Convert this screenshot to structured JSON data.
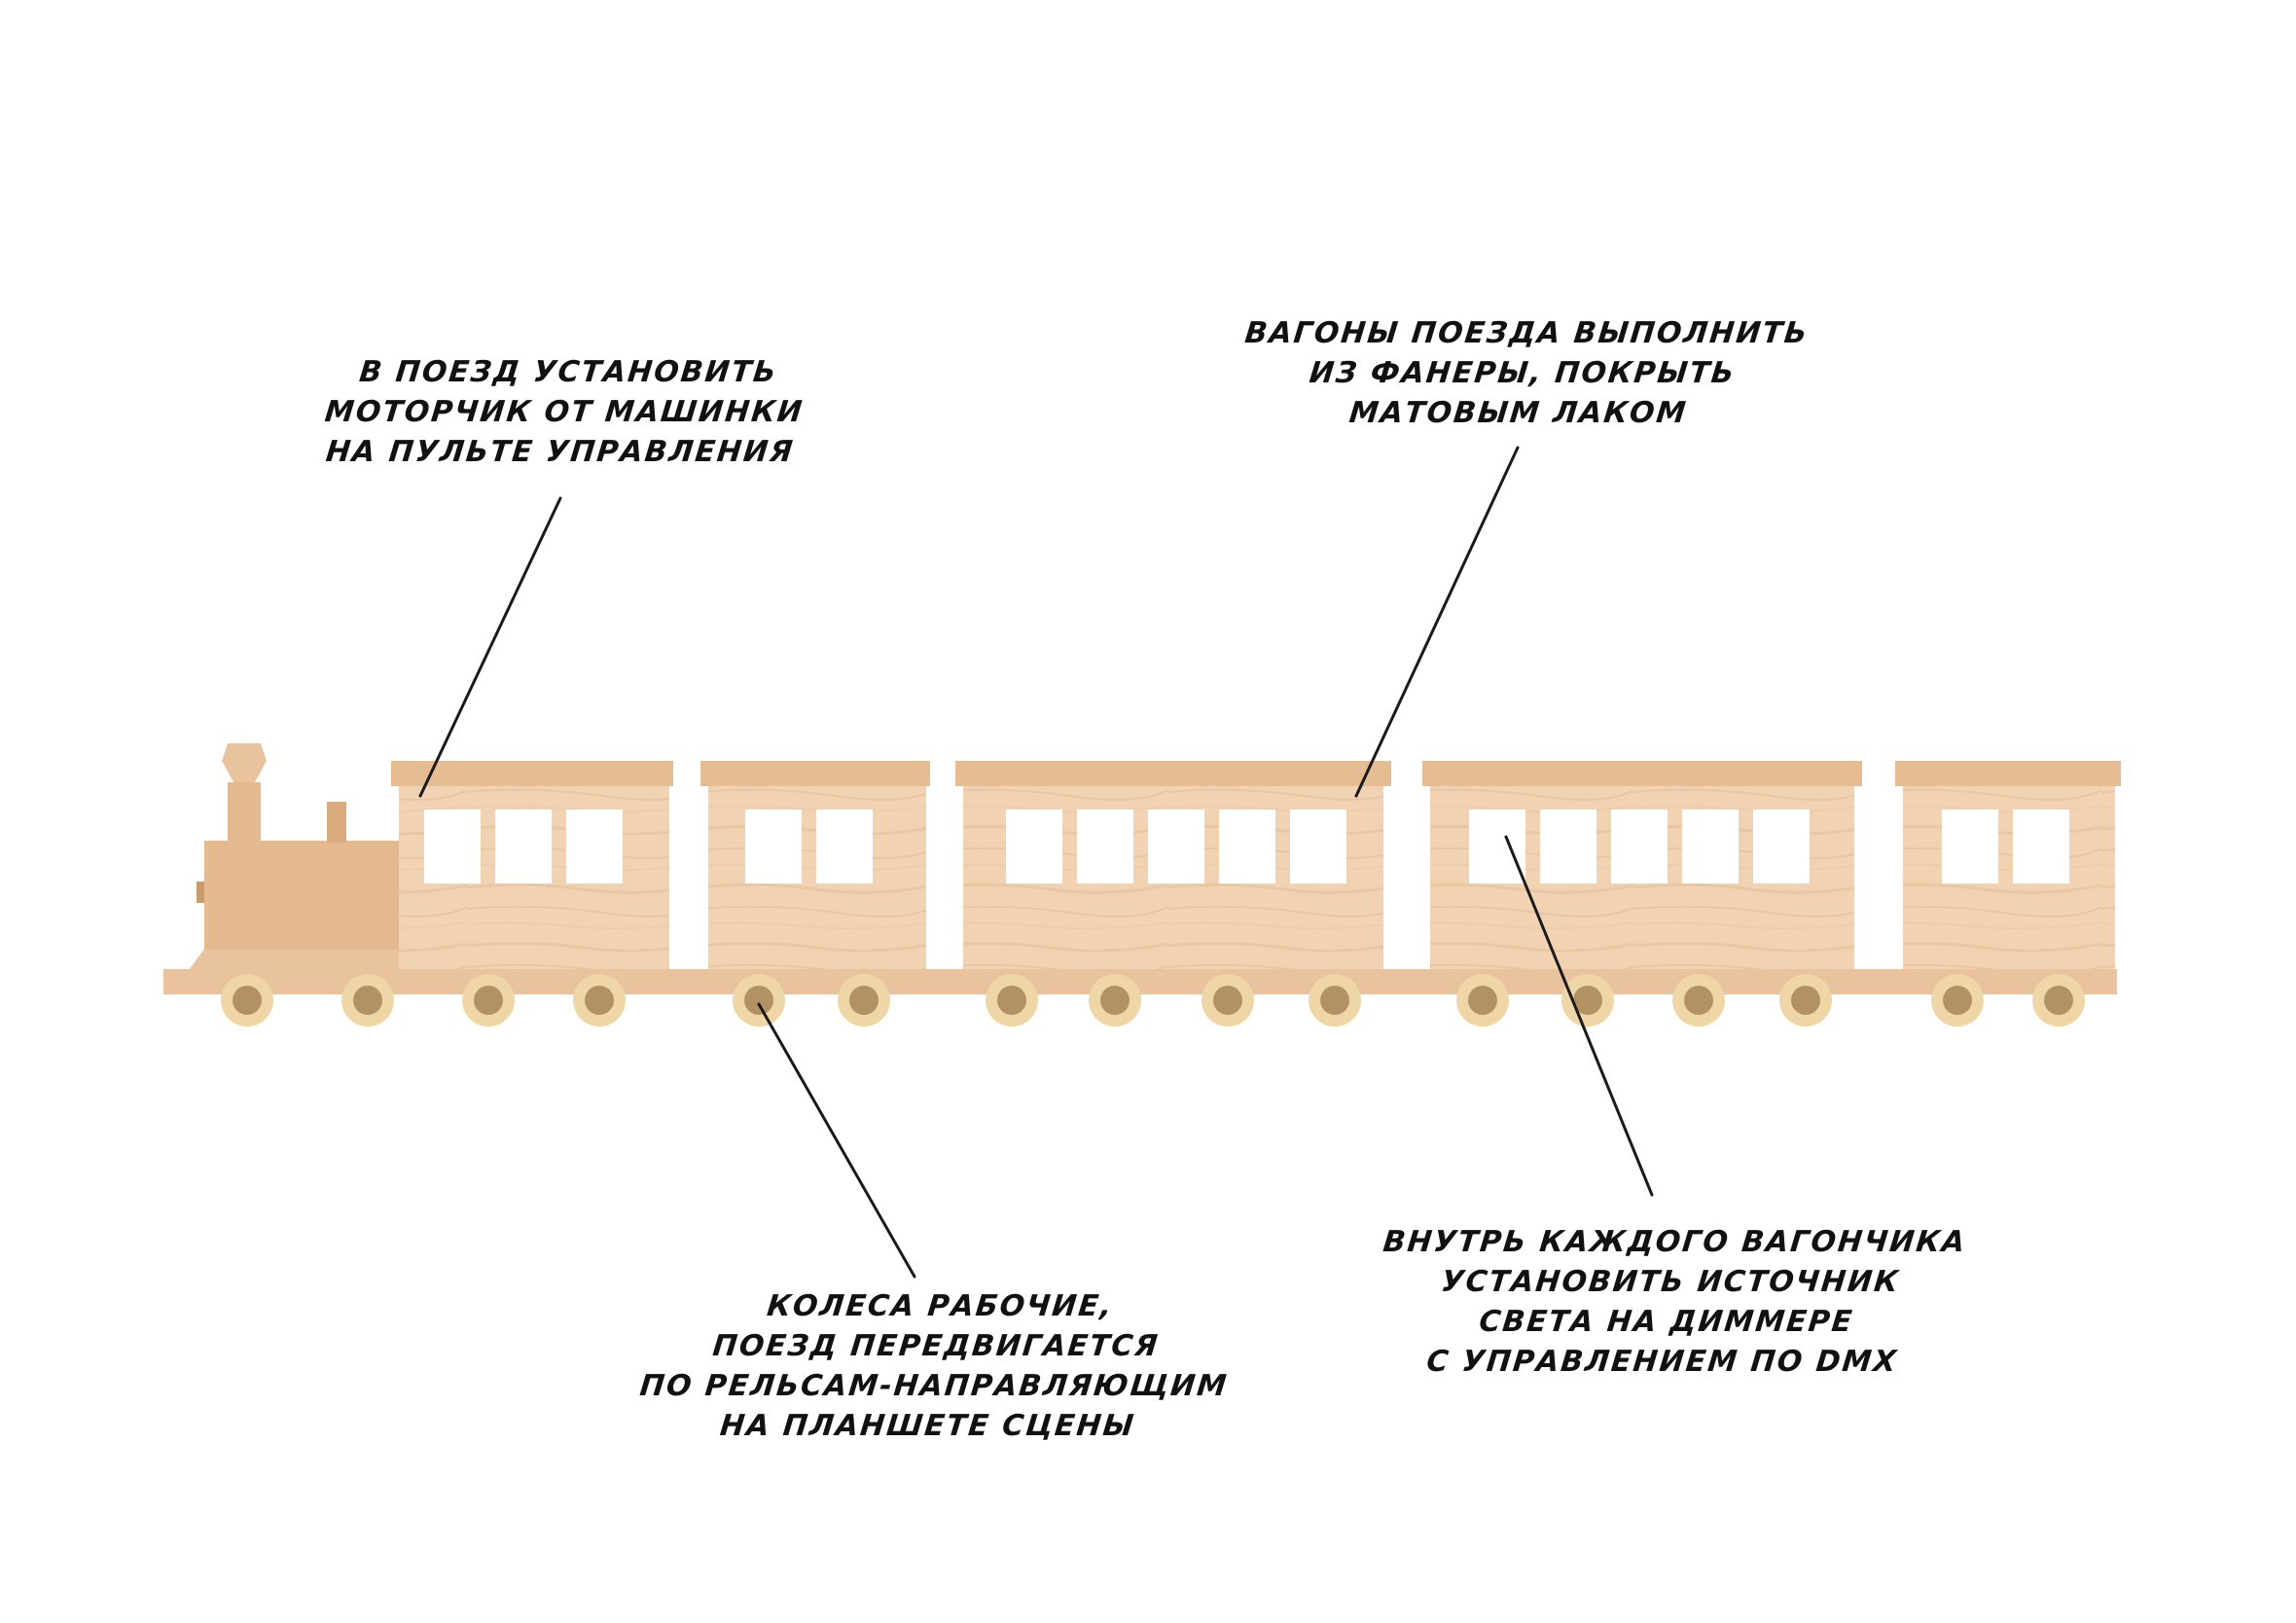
{
  "colors": {
    "wood_light": "#f1d3b4",
    "wood_mid": "#e9c39e",
    "wood_dark": "#d7aa7f",
    "roof": "#e6bd92",
    "wheel_outer": "#efd6a6",
    "wheel_inner": "#b29263",
    "window": "#ffffff",
    "leader_line": "#1a1a1a",
    "text": "#111111"
  },
  "notes": {
    "motor": {
      "lines": [
        "В поезд установить",
        "моторчик от машинки",
        "на пульте управления"
      ]
    },
    "plywood": {
      "lines": [
        "Вагоны поезда выполнить",
        "из фанеры, покрыть",
        "матовым лаком"
      ]
    },
    "wheels": {
      "lines": [
        "Колеса рабочие,",
        "поезд передвигается",
        "по рельсам-направляющим",
        "на планшете сцены"
      ]
    },
    "light": {
      "lines": [
        "Внутрь каждого вагончика",
        "установить источник",
        "света на диммере",
        "с управлением по DMX"
      ]
    }
  }
}
